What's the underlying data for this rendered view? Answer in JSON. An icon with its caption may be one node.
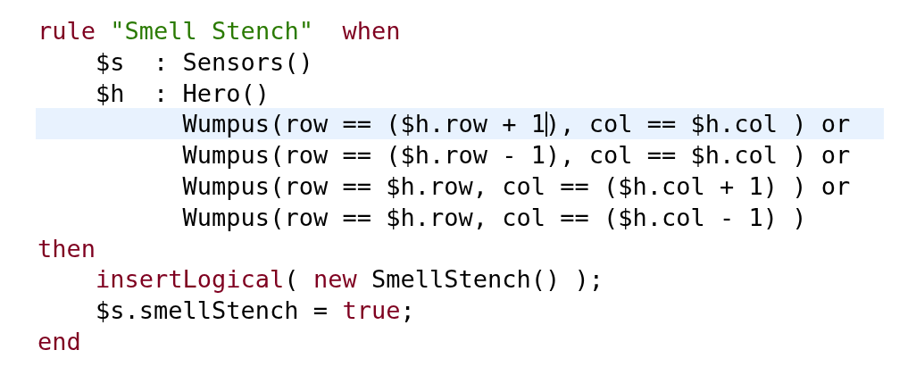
{
  "diagram": {
    "labels": [
      "rule \"Smell Stench\"  when",
      "$s  : Sensors()",
      "$h  : Hero()",
      "Wumpus(row == ($h.row + 1), col == $h.col ) or",
      "Wumpus(row == ($h.row - 1), col == $h.col ) or",
      "Wumpus(row == $h.row, col == ($h.col + 1) ) or",
      "Wumpus(row == $h.row, col == ($h.col - 1) )",
      "then",
      "insertLogical( new SmellStench() );",
      "$s.smellStench = true;",
      "end"
    ]
  }
}
